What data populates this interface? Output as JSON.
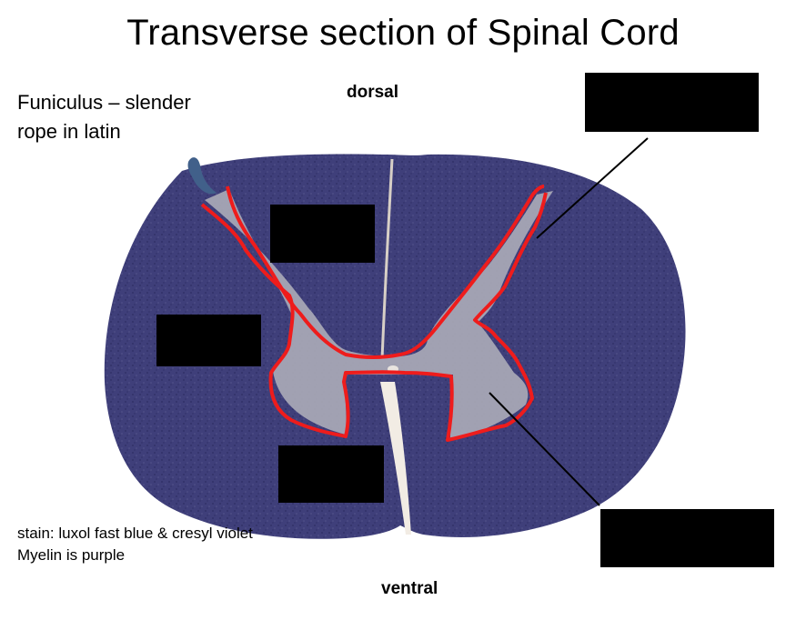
{
  "title": "Transverse section of Spinal Cord",
  "note": {
    "line1": "Funiculus – slender",
    "line2": "rope in latin"
  },
  "orientation": {
    "dorsal": "dorsal",
    "ventral": "ventral"
  },
  "stain_note": {
    "line1": "stain: luxol fast blue & cresyl violet",
    "line2": "Myelin is purple"
  },
  "colors": {
    "white_matter": "#3f3f7a",
    "gray_matter": "#a8a8b5",
    "outline": "#ee1c1c",
    "redacted_label": "#000000"
  },
  "redacted_labels": [
    "hidden-label-top-right",
    "hidden-label-dorsal-funiculus",
    "hidden-label-lateral-funiculus",
    "hidden-label-ventral-funiculus",
    "hidden-label-bottom-right"
  ]
}
